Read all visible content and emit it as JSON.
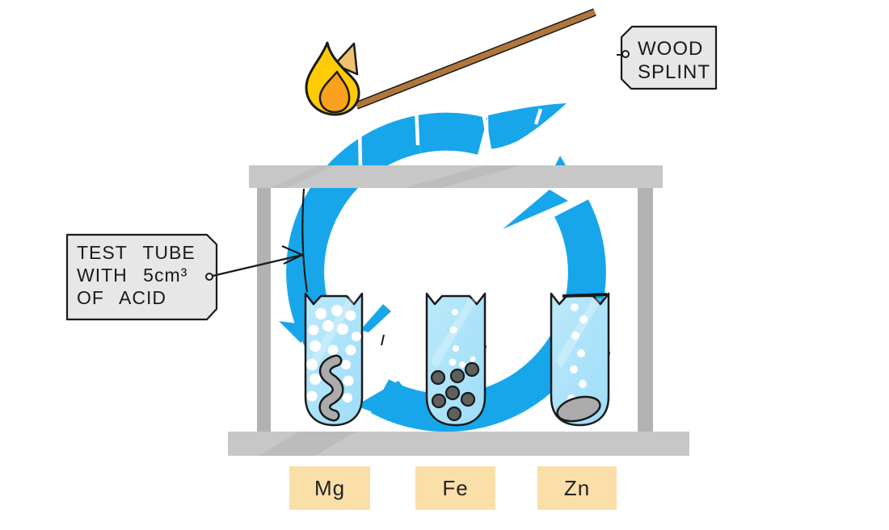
{
  "labels": {
    "wood_splint": {
      "line1": "WOOD",
      "line2": "SPLINT"
    },
    "test_tube": {
      "line1": "TEST TUBE",
      "line2": "WITH 5cm³",
      "line3": "OF ACID"
    }
  },
  "metals": [
    {
      "symbol": "Mg"
    },
    {
      "symbol": "Fe"
    },
    {
      "symbol": "Zn"
    }
  ],
  "colors": {
    "logo_blue": "#18A6EA",
    "liquid_blue": "#A6DFF8",
    "bubble_white": "#FFFFFF",
    "bar_gray": "#C7C7C7",
    "post_gray": "#B2B2B2",
    "outline_black": "#1A1A1A",
    "tag_fill": "#E7E7E7",
    "metal_label_fill": "#FBDFA9",
    "flame_yellow": "#FFCB05",
    "flame_orange": "#F9A11C",
    "flame_back": "#EFC36B",
    "splint_brown": "#B0763B",
    "metal_gray": "#ABABAB",
    "iron_gray": "#5F5F5F",
    "background": "#FFFFFF"
  }
}
